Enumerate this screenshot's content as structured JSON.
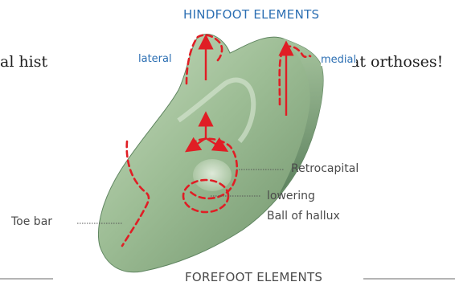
{
  "background": {
    "left_fragment": "al hist",
    "right_fragment": "at orthoses!"
  },
  "labels": {
    "title": "HINDFOOT ELEMENTS",
    "lateral": "lateral",
    "medial": "medial",
    "retrocapital": "Retrocapital",
    "lowering": "lowering",
    "ball_of_hallux": "Ball of hallux",
    "toe_bar": "Toe bar",
    "footer": "FOREFOOT ELEMENTS"
  },
  "colors": {
    "insole_light": "#b7cfae",
    "insole_mid": "#8fb089",
    "insole_dark": "#5f8560",
    "marker_red": "#e01e25",
    "label_blue": "#2c6fb3",
    "label_gray": "#4a4a4a"
  }
}
